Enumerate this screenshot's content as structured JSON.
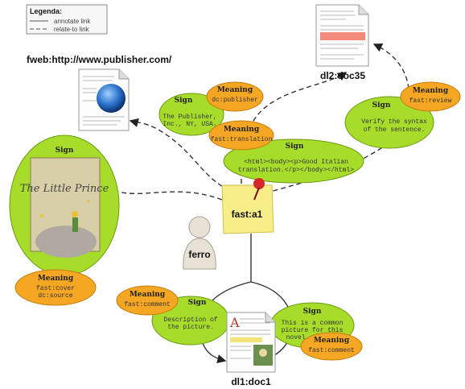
{
  "legend": {
    "title": "Legenda:",
    "annotate": "annotate link",
    "relate": "relate-to link"
  },
  "nodes": {
    "publisher_url": "fweb:http://www.publisher.com/",
    "doc35": "dl2:doc35",
    "annotation": "fast:a1",
    "user": "ferro",
    "doc1": "dl1:doc1",
    "book_title": "The Little Prince"
  },
  "labels": {
    "sign": "Sign",
    "meaning": "Meaning"
  },
  "signs": {
    "publisher": {
      "text": [
        "The Publisher,",
        "Inc., NY, USA."
      ],
      "meaning": [
        "dc:publisher"
      ]
    },
    "translation": {
      "text": [
        "<html><body><p>Good Italian",
        "translation.</p></body></html>"
      ],
      "meaning": [
        "fast:translation"
      ]
    },
    "review": {
      "text": [
        "Verify the syntax",
        "of the sentence."
      ],
      "meaning": [
        "fast:review"
      ]
    },
    "cover": {
      "meaning": [
        "fast:cover",
        "dc:source"
      ]
    },
    "description": {
      "text": [
        "Description of",
        "the picture."
      ],
      "meaning": [
        "fast:comment"
      ]
    },
    "novel": {
      "text": [
        "This is a common",
        "picture for this",
        "novel."
      ],
      "meaning": [
        "fast:comment"
      ]
    }
  },
  "colors": {
    "sign": "#a8dc2a",
    "meaning": "#f5a623",
    "note": "#f7ee8a",
    "pin": "#d62828"
  }
}
